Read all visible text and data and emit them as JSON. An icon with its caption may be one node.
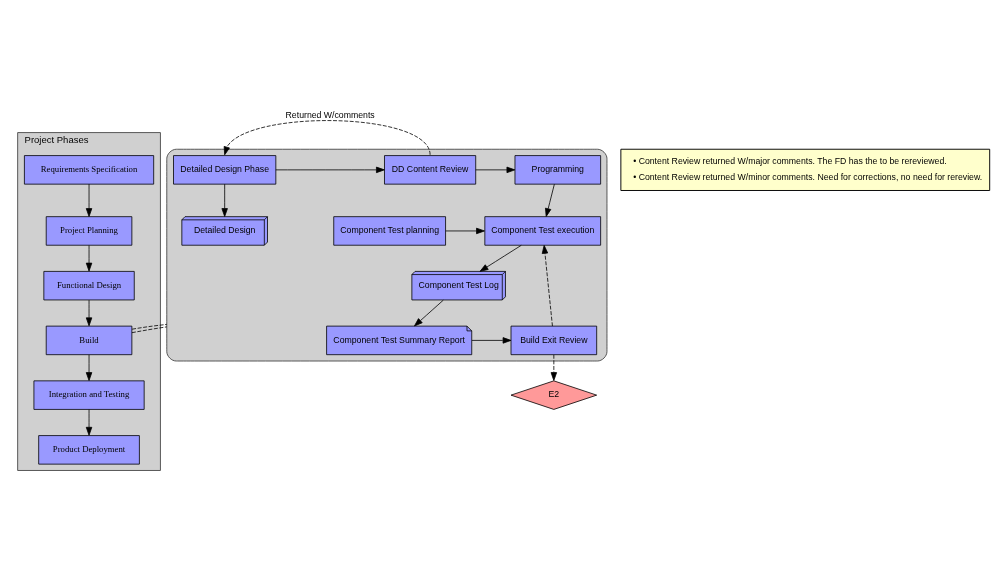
{
  "diagram": {
    "nodes": [
      {
        "text": [
          "Project Phases"
        ]
      },
      {
        "text": [
          "Requirements Specification"
        ],
        "in": 0
      },
      {
        "text": [
          "Project Planning"
        ],
        "in": 0
      },
      {
        "text": [
          "Functional Design"
        ],
        "in": 0
      },
      {
        "text": [
          "Build"
        ],
        "in": 0
      },
      {
        "text": [
          "Integration and Testing"
        ],
        "in": 0
      },
      {
        "text": [
          "Product Deployment"
        ],
        "in": 0
      },
      {
        "text": [],
        "shape": "box"
      },
      {
        "text": [
          "Detailed Design Phase"
        ],
        "in": 7
      },
      {
        "text": [
          "DD Content Review"
        ],
        "in": 7
      },
      {
        "text": [
          "Programming"
        ],
        "in": 7
      },
      {
        "text": [
          "Detailed Design"
        ],
        "in": 7
      },
      {
        "text": [
          "Component Test planning"
        ],
        "in": 7
      },
      {
        "text": [
          "Component Test Summary Report"
        ],
        "in": 7
      },
      {
        "text": [
          "Build Exit Review"
        ],
        "in": 7
      },
      {
        "text": [
          "Component Test Log"
        ],
        "in": 7
      },
      {
        "text": [
          "Component Test execution"
        ],
        "in": 7
      },
      {
        "text": [
          "E2"
        ]
      },
      {
        "text": [
          "• Content Review returned W/major comments. The FD has the to be rereviewed.",
          "• Content Review returned W/minor comments. Need for corrections, no need for rereview."
        ]
      }
    ],
    "edges": [
      {
        "from": 1,
        "to": 2,
        "arrow": "to"
      },
      {
        "from": 2,
        "to": 3,
        "arrow": "to"
      },
      {
        "from": 3,
        "to": 4,
        "arrow": "to"
      },
      {
        "from": 4,
        "to": 5,
        "arrow": "to"
      },
      {
        "from": 5,
        "to": 6,
        "arrow": "to"
      },
      {
        "from": 4,
        "to": 7,
        "arrow": "none",
        "style": "dashed"
      },
      {
        "from": 4,
        "to": 7,
        "arrow": "none",
        "style": "dashed"
      },
      {
        "from": 8,
        "to": 9,
        "arrow": "to"
      },
      {
        "from": 9,
        "to": 8,
        "arrow": "to",
        "style": "dashed",
        "label": "Returned W/comments"
      },
      {
        "from": 8,
        "to": 11,
        "arrow": "to"
      },
      {
        "from": 9,
        "to": 10,
        "arrow": "to"
      },
      {
        "from": 10,
        "to": 16,
        "arrow": "to"
      },
      {
        "from": 12,
        "to": 16,
        "arrow": "to"
      },
      {
        "from": 16,
        "to": 15,
        "arrow": "to"
      },
      {
        "from": 15,
        "to": 13,
        "arrow": "to"
      },
      {
        "from": 13,
        "to": 14,
        "arrow": "to"
      },
      {
        "from": 14,
        "to": 16,
        "arrow": "to",
        "style": "dashed"
      },
      {
        "from": 14,
        "to": 17,
        "arrow": "to",
        "style": "dashed"
      }
    ]
  }
}
